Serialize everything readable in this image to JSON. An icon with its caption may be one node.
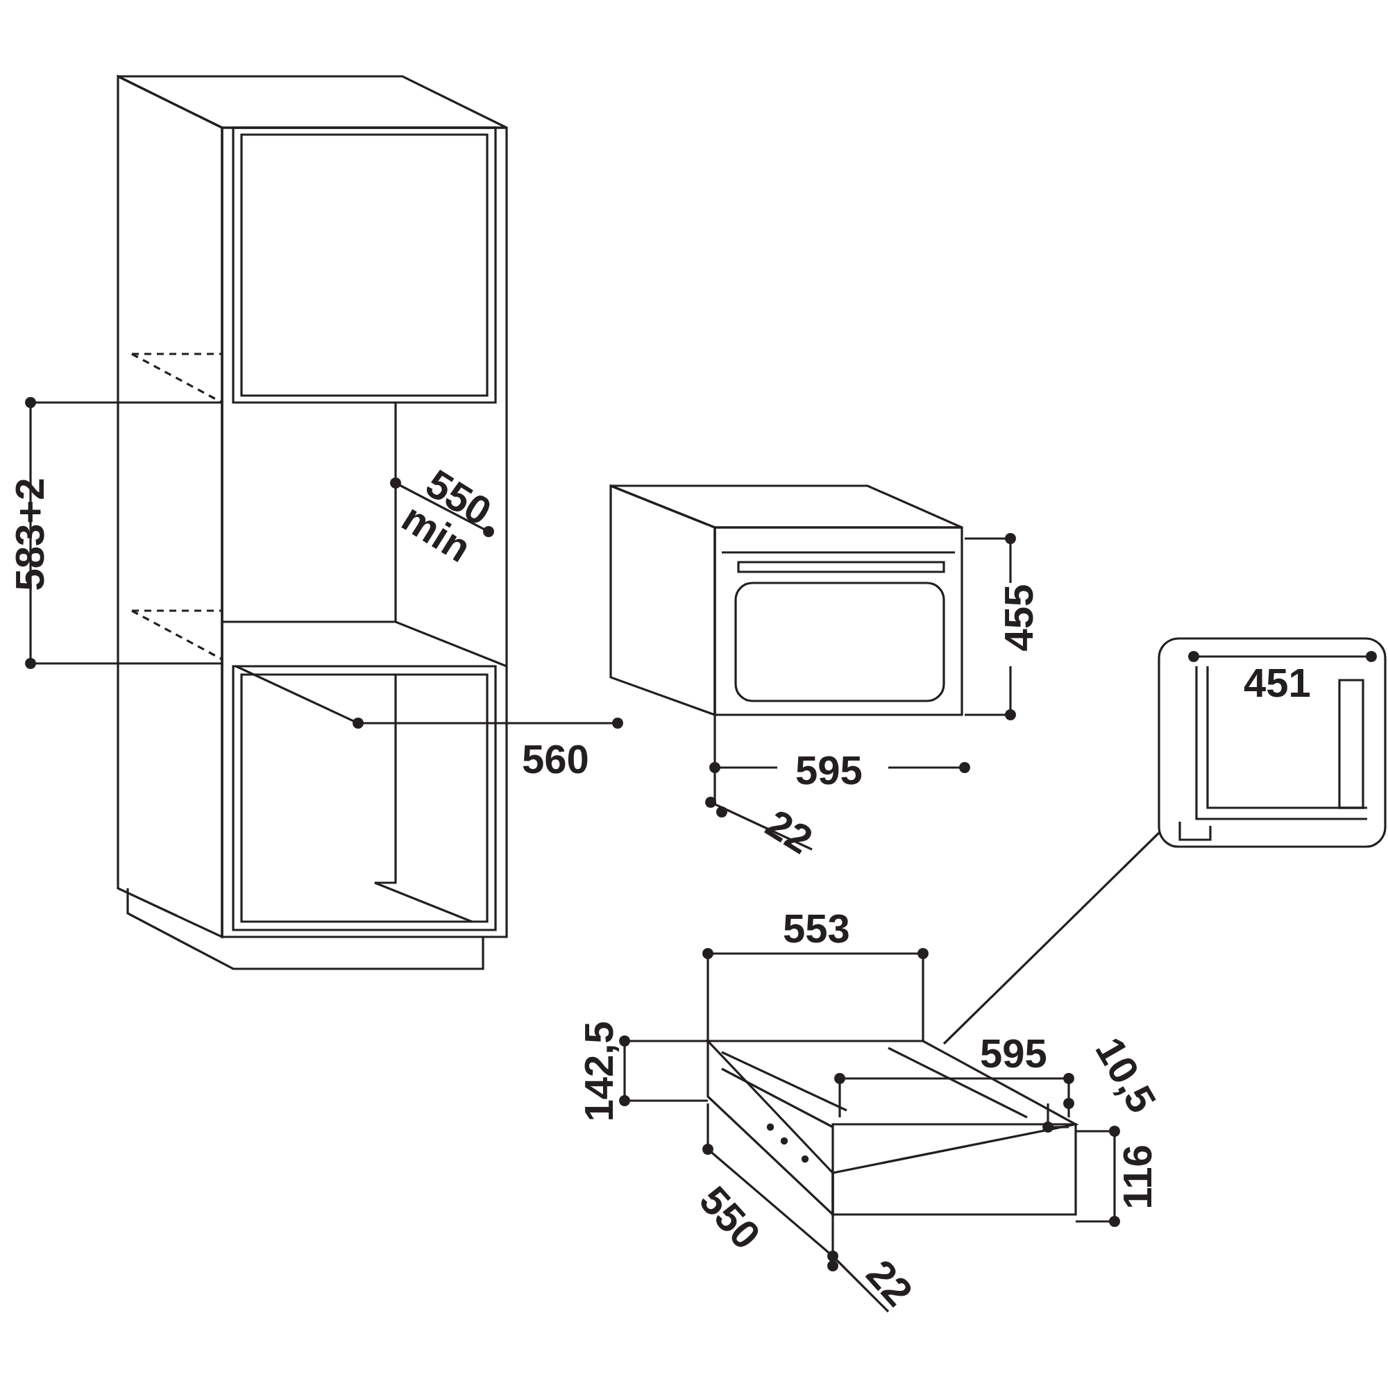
{
  "diagram": {
    "labels": [
      "583+2",
      "550 min",
      "560",
      "455",
      "595",
      "22",
      "451",
      "553",
      "142,5",
      "595",
      "10,5",
      "116",
      "550",
      "22"
    ]
  }
}
